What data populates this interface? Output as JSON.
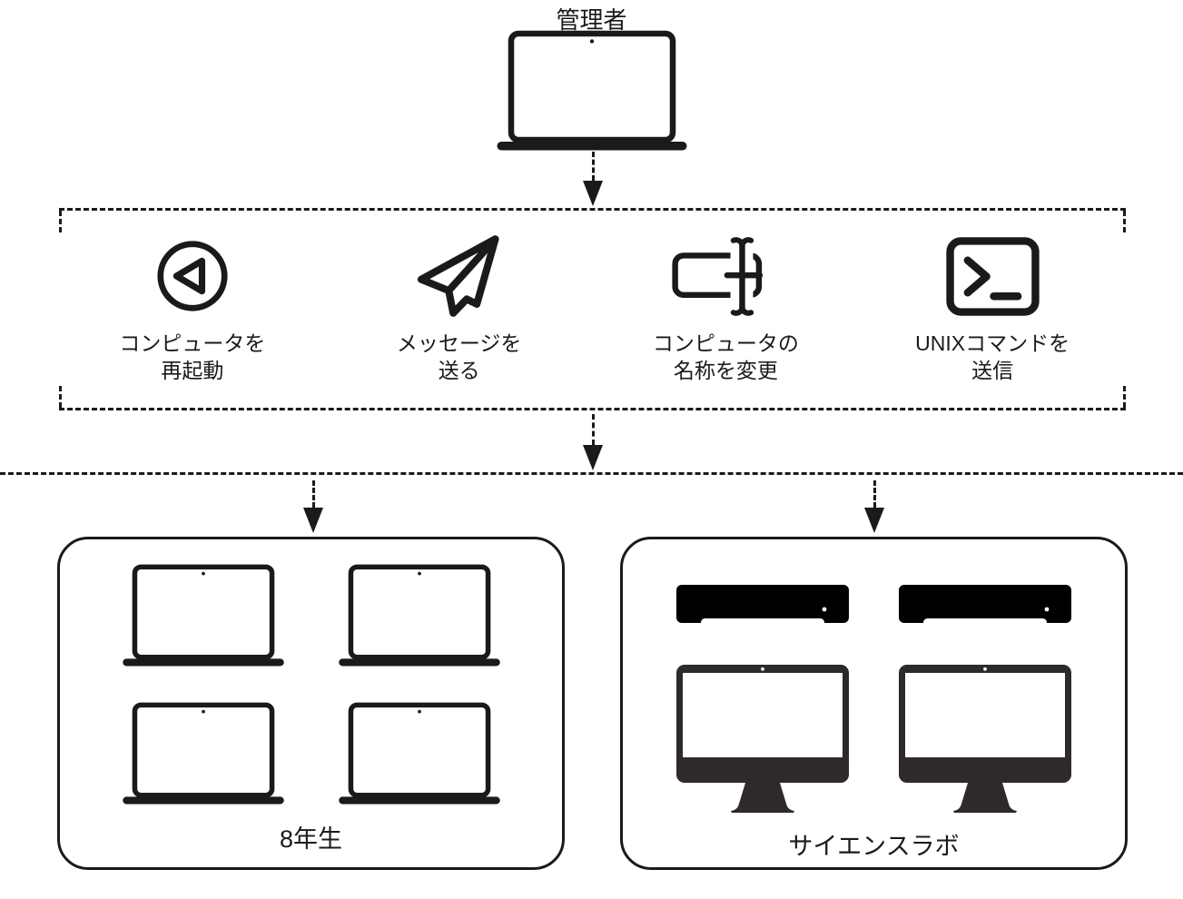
{
  "admin": {
    "label": "管理者",
    "icon": "laptop-icon"
  },
  "commands": {
    "items": [
      {
        "icon": "restart-icon",
        "line1": "コンピュータを",
        "line2": "再起動"
      },
      {
        "icon": "send-message-icon",
        "line1": "メッセージを",
        "line2": "送る"
      },
      {
        "icon": "rename-computer-icon",
        "line1": "コンピュータの",
        "line2": "名称を変更"
      },
      {
        "icon": "unix-terminal-icon",
        "line1": "UNIXコマンドを",
        "line2": "送信"
      }
    ]
  },
  "groups": [
    {
      "label": "8年生",
      "devices": [
        "laptop",
        "laptop",
        "laptop",
        "laptop"
      ]
    },
    {
      "label": "サイエンスラボ",
      "devices": [
        "mac-mini",
        "mac-mini",
        "desktop",
        "desktop"
      ]
    }
  ],
  "colors": {
    "line": "#1a1a1a",
    "desktop_fill": "#2e2a2b",
    "background": "#ffffff"
  }
}
